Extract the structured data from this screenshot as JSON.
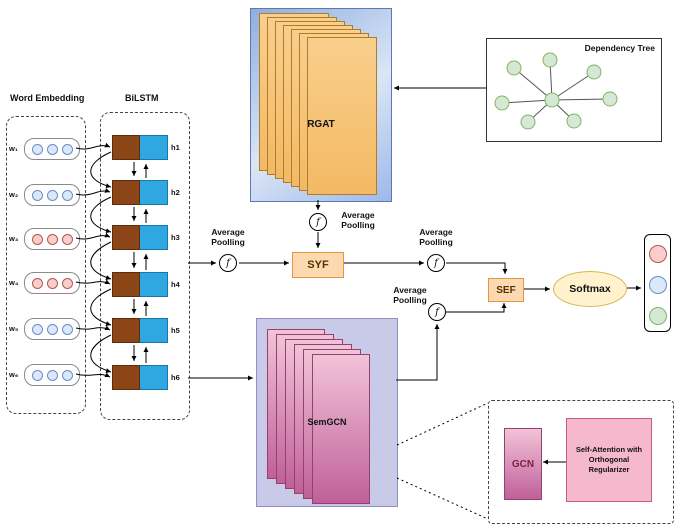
{
  "embedding": {
    "title": "Word Embedding",
    "rows": [
      {
        "label": "w₁"
      },
      {
        "label": "w₂"
      },
      {
        "label": "w₃"
      },
      {
        "label": "w₄"
      },
      {
        "label": "w₅"
      },
      {
        "label": "w₆"
      }
    ]
  },
  "bilstm": {
    "title": "BiLSTM",
    "rows": [
      {
        "label": "h1"
      },
      {
        "label": "h2"
      },
      {
        "label": "h3"
      },
      {
        "label": "h4"
      },
      {
        "label": "h5"
      },
      {
        "label": "h6"
      }
    ]
  },
  "rgat": {
    "label": "RGAT"
  },
  "dependency_tree": {
    "title": "Dependency Tree"
  },
  "pooling": {
    "label": "Average Poolling",
    "symbol": "f"
  },
  "syf": {
    "label": "SYF"
  },
  "sef": {
    "label": "SEF"
  },
  "softmax": {
    "label": "Softmax"
  },
  "semgcn": {
    "label": "SemGCN"
  },
  "detail": {
    "gcn_label": "GCN",
    "self_attention_label": "Self-Attention with Orthogonal Regularizer"
  },
  "colors": {
    "embedding_blue": "#dae8fc",
    "embedding_pink": "#f8cecc",
    "lstm_backward_brown": "#8c4516",
    "lstm_forward_blue": "#2fa8e1",
    "rgat_sheet": "#f6c57e",
    "rgat_background": "#9db8e8",
    "semgcn_background": "#c9c9e8",
    "semgcn_sheet": "#d983b1",
    "process_box": "#fcd9b0",
    "softmax_background": "#fff2cc",
    "tree_node_green": "#d5e8d4",
    "output_pink": "#f8cecc",
    "output_blue": "#dae8fc",
    "output_green": "#d5e8d4"
  }
}
